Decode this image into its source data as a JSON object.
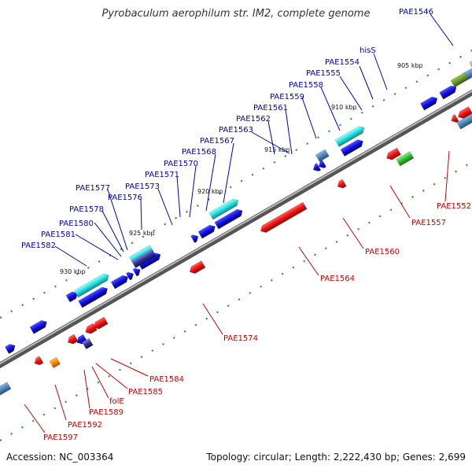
{
  "title": "Pyrobaculum aerophilum str. IM2, complete genome",
  "footer": {
    "accession_label": "Accession: NC_003364",
    "summary": "Topology: circular; Length: 2,222,430 bp; Genes: 2,699"
  },
  "scale_labels": [
    {
      "id": "kbp905",
      "text": "905 kbp"
    },
    {
      "id": "kbp910",
      "text": "910 kbp"
    },
    {
      "id": "kbp915",
      "text": "915 kbp"
    },
    {
      "id": "kbp920",
      "text": "920 kbp"
    },
    {
      "id": "kbp925",
      "text": "925 kbp"
    },
    {
      "id": "kbp930",
      "text": "930 kbp"
    }
  ],
  "genes_outer": [
    "PAE1546",
    "hisS",
    "PAE1554",
    "PAE1555",
    "PAE1558",
    "PAE1559",
    "PAE1561",
    "PAE1562",
    "PAE1563",
    "PAE1567",
    "PAE1568",
    "PAE1570",
    "PAE1571",
    "PAE1573",
    "PAE1576",
    "PAE1577",
    "PAE1578",
    "PAE1580",
    "PAE1581",
    "PAE1582"
  ],
  "genes_inner": [
    "PAE1552",
    "PAE1557",
    "PAE1560",
    "PAE1564",
    "PAE1574",
    "PAE1584",
    "PAE1585",
    "folE",
    "PAE1589",
    "PAE1592",
    "PAE1597"
  ],
  "colors": {
    "forward_blue": "#1010e0",
    "reverse_red": "#ee1111",
    "cyan": "#22dddd",
    "steel": "#4f86b8",
    "olive": "#6a9a2a",
    "pink": "#ee8888",
    "green": "#33bb33",
    "orange": "#ff8800",
    "lime": "#aaee44",
    "backbone": "#777777",
    "label_blue": "#0000cc",
    "label_red": "#cc0000"
  }
}
